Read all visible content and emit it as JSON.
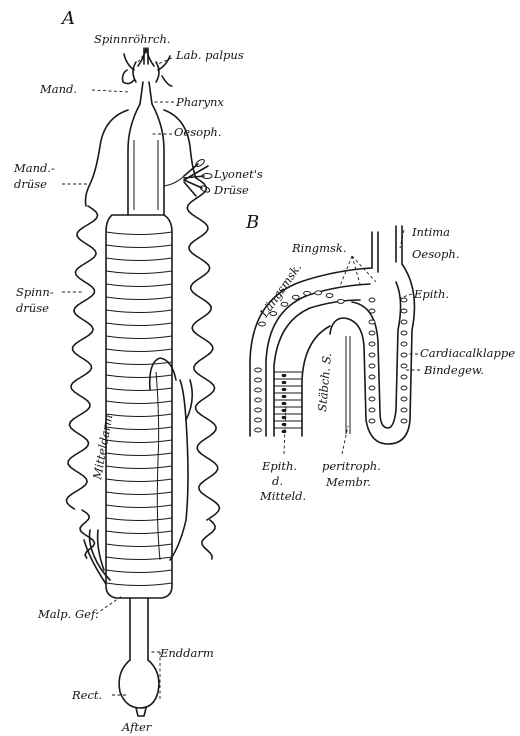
{
  "figure_a": {
    "panel_label": "A",
    "labels": {
      "spinnrohrch": "Spinnröhrch.",
      "lab_palpus": "Lab. palpus",
      "mand": "Mand.",
      "pharynx": "Pharynx",
      "oesoph": "Oesoph.",
      "mand_druse_1": "Mand.-",
      "mand_druse_2": "drüse",
      "lyonets_1": "Lyonet's",
      "lyonets_2": "Drüse",
      "spinn_druse_1": "Spinn-",
      "spinn_druse_2": "drüse",
      "mitteldarm": "Mitteldarm",
      "malp_gef": "Malp. Gef.",
      "enddarm": "Enddarm",
      "rect": "Rect.",
      "after": "After"
    }
  },
  "figure_b": {
    "panel_label": "B",
    "labels": {
      "intima": "Intima",
      "oesoph": "Oesoph.",
      "ringmsk": "Ringmsk.",
      "langsmsk": "Längsmsk.",
      "epith": "Epith.",
      "cardiacalklappe": "Cardiacalklappe",
      "bindegew": "Bindegew.",
      "stabch_s": "Stäbch. S.",
      "epith_d_1": "Epith.",
      "epith_d_2": "d.",
      "epith_d_3": "Mitteld.",
      "peritroph_1": "peritroph.",
      "peritroph_2": "Membr."
    }
  }
}
